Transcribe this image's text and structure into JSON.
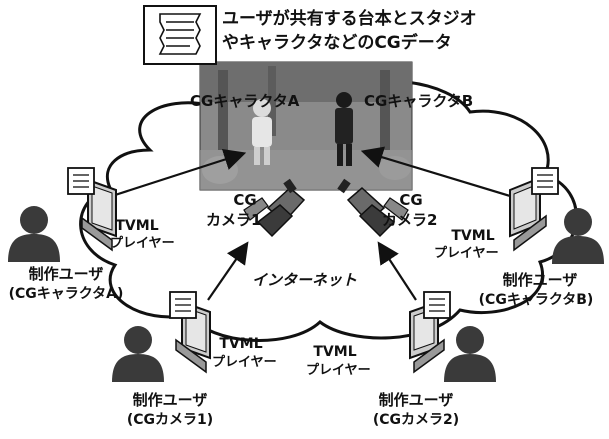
{
  "script_caption": {
    "line1": "ユーザが共有する台本とスタジオ",
    "line2": "やキャラクタなどのCGデータ"
  },
  "scene": {
    "character_a": "CGキャラクタA",
    "character_b": "CGキャラクタB"
  },
  "cameras": {
    "cam1_line1": "CG",
    "cam1_line2": "カメラ1",
    "cam2_line1": "CG",
    "cam2_line2": "カメラ2"
  },
  "network_label": "インターネット",
  "users": {
    "top_left": {
      "player_line1": "TVML",
      "player_line2": "プレイヤー",
      "name_line1": "制作ユーザ",
      "name_line2": "(CGキャラクタA)"
    },
    "top_right": {
      "player_line1": "TVML",
      "player_line2": "プレイヤー",
      "name_line1": "制作ユーザ",
      "name_line2": "(CGキャラクタB)"
    },
    "bottom_left": {
      "player_line1": "TVML",
      "player_line2": "プレイヤー",
      "name_line1": "制作ユーザ",
      "name_line2": "(CGカメラ1)"
    },
    "bottom_right": {
      "player_line1": "TVML",
      "player_line2": "プレイヤー",
      "name_line1": "制作ユーザ",
      "name_line2": "(CGカメラ2)"
    }
  },
  "colors": {
    "ink": "#111111",
    "scene_bg": "#8a8a8a",
    "monitor_screen": "#d8d8d8",
    "person_fill": "#3a3a3a"
  }
}
